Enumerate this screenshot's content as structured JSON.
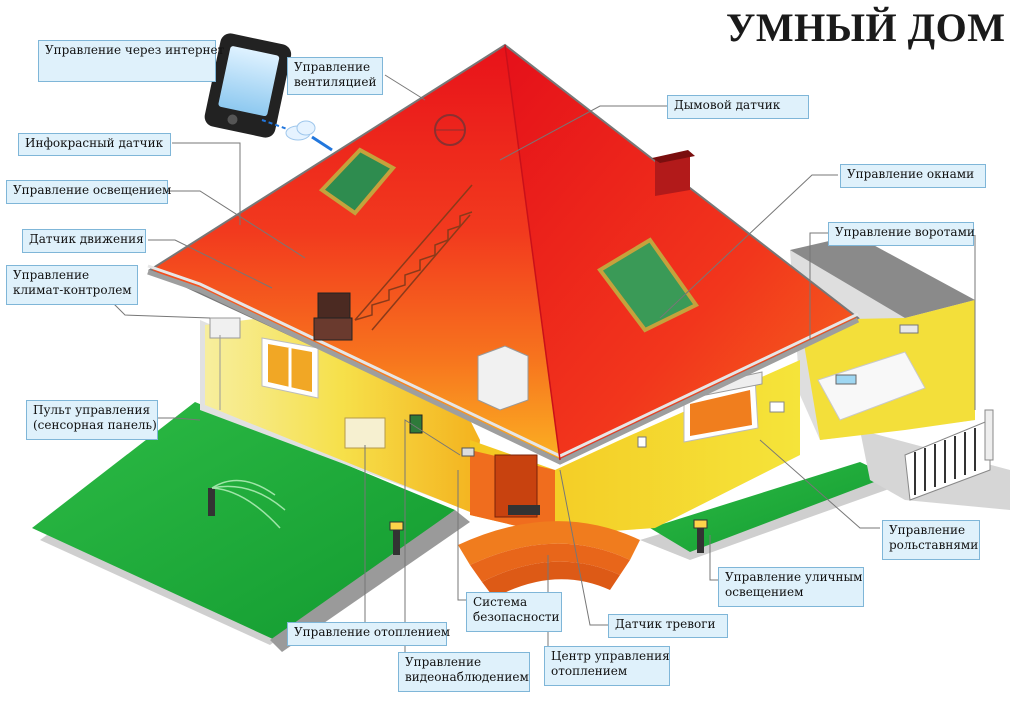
{
  "title": "УМНЫЙ ДОМ",
  "labels": {
    "internet": "Управление через интернет",
    "ventilation": [
      "Управление",
      "вентиляцией"
    ],
    "smoke": "Дымовой датчик",
    "infrared": "Инфокрасный датчик",
    "lighting": "Управление освещением",
    "windows": "Управление окнами",
    "motion": "Датчик движения",
    "gates": "Управление воротами",
    "climate": [
      "Управление",
      "климат-контролем"
    ],
    "panel": [
      "Пульт управления",
      "(сенсорная панель)"
    ],
    "shutters": [
      "Управление",
      "рольставнями"
    ],
    "street_light": [
      "Управление уличным",
      "освещением"
    ],
    "security": [
      "Система",
      "безопасности"
    ],
    "alarm": "Датчик тревоги",
    "heating": "Управление отоплением",
    "video": [
      "Управление",
      "видеонаблюдением"
    ],
    "heating_center": [
      "Центр управления",
      "отоплением"
    ]
  },
  "colors": {
    "label_bg": "#dff1fb",
    "label_border": "#7fb6d8",
    "roof_red": "#e8141c",
    "wall_yellow": "#f6e23a",
    "lawn_green": "#1fa83a"
  },
  "icons": [
    "smartphone-icon",
    "cloud-icon",
    "sprinkler-icon",
    "lamp-post-icon"
  ]
}
